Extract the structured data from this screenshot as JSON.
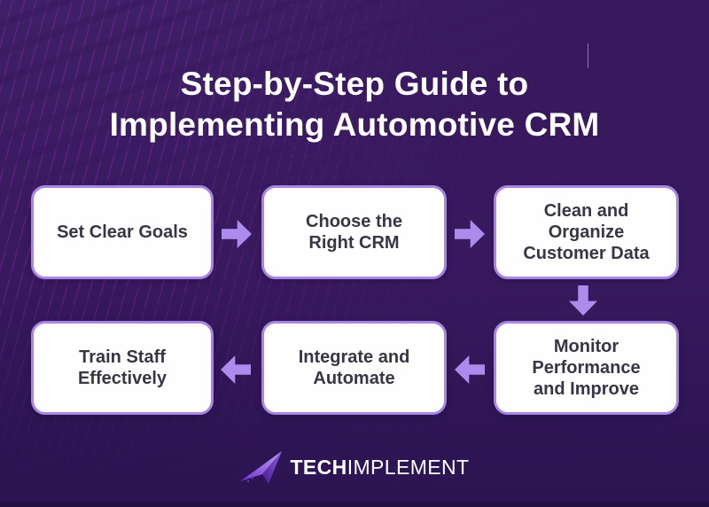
{
  "title": {
    "line1": "Step-by-Step Guide to",
    "line2": "Implementing Automotive CRM"
  },
  "steps": [
    {
      "label": "Set Clear Goals"
    },
    {
      "label": "Choose the\nRight CRM"
    },
    {
      "label": "Clean and\nOrganize\nCustomer Data"
    },
    {
      "label": "Monitor\nPerformance\nand Improve"
    },
    {
      "label": "Integrate and\nAutomate"
    },
    {
      "label": "Train Staff\nEffectively"
    }
  ],
  "flow": {
    "row1_direction": "left-to-right",
    "row2_direction": "right-to-left",
    "connectors": [
      "arrow-right",
      "arrow-right",
      "arrow-down",
      "arrow-left",
      "arrow-left"
    ]
  },
  "brand": {
    "bold": "TECH",
    "light": "IMPLEMENT"
  },
  "colors": {
    "background": "#38195e",
    "background_top": "#3e2066",
    "background_bottom": "#2c1452",
    "stripe_accent": "#a528c3",
    "arrow": "#ab8cec",
    "box_fill": "#fefefe",
    "box_border": "#a685e3",
    "box_text": "#3a3543",
    "title_text": "#ffffff",
    "logo_gradient_dark": "#5b23a8",
    "logo_gradient_light": "#b18cf0"
  }
}
